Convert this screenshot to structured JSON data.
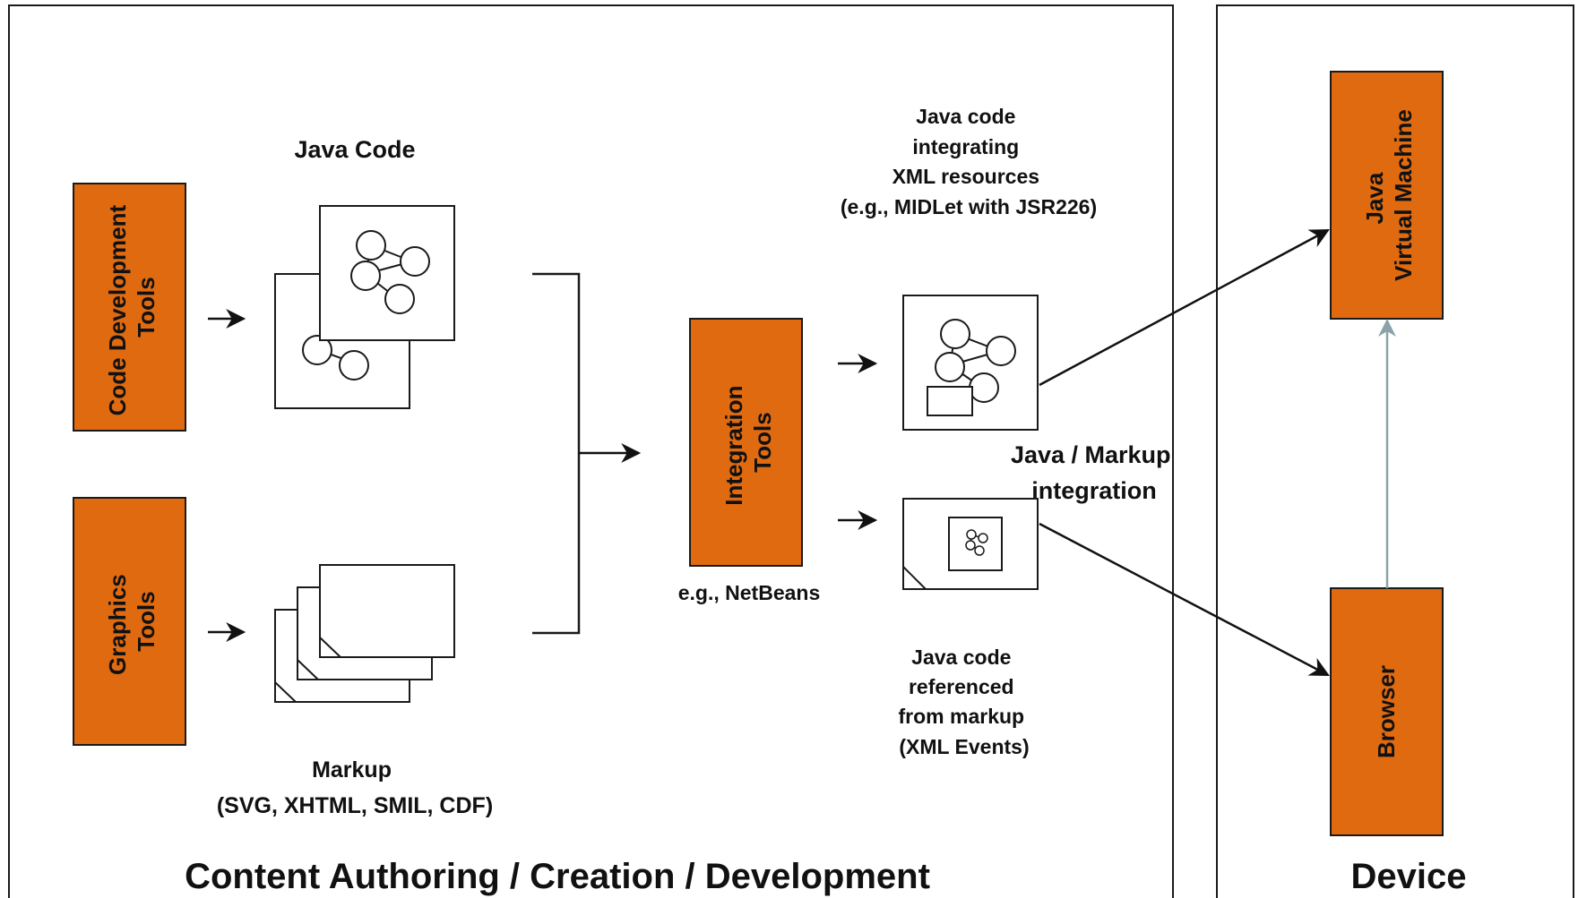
{
  "colors": {
    "orange": "#e06a10",
    "border": "#1a1a1a",
    "gray_arrow": "#8aa3a8"
  },
  "tools": {
    "code_dev": [
      "Code Development",
      "Tools"
    ],
    "graphics": [
      "Graphics",
      "Tools"
    ],
    "integration": [
      "Integration",
      "Tools"
    ]
  },
  "labels": {
    "java_code": "Java Code",
    "markup": [
      "Markup",
      "(SVG, XHTML, SMIL, CDF)"
    ],
    "netbeans": "e.g., NetBeans",
    "java_xml": [
      "Java code",
      "integrating",
      "XML resources",
      "(e.g., MIDLet with JSR226)"
    ],
    "java_markup_integration": [
      "Java / Markup",
      "integration"
    ],
    "java_ref": [
      "Java code",
      "referenced",
      "from markup",
      "(XML Events)"
    ]
  },
  "device": {
    "jvm": [
      "Java",
      "Virtual Machine"
    ],
    "browser": "Browser"
  },
  "sections": {
    "authoring": "Content Authoring / Creation / Development",
    "device": "Device"
  },
  "icons": {
    "java_code": "graph-node-icon",
    "markup": "document-stack-icon"
  }
}
